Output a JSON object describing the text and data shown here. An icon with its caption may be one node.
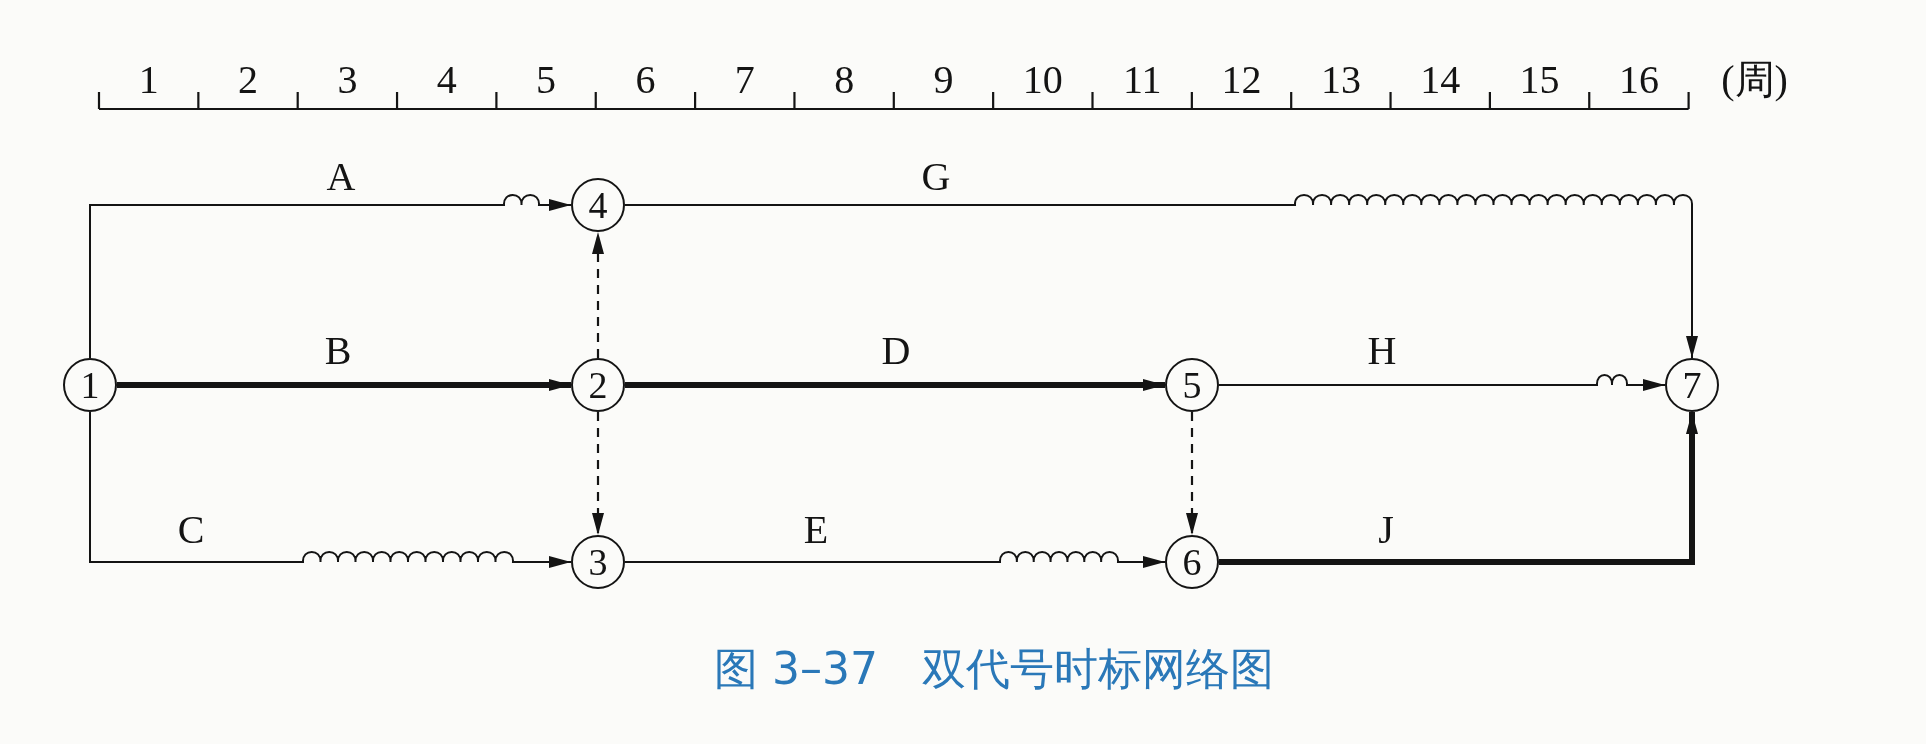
{
  "diagram": {
    "caption": "图 3–37　双代号时标网络图",
    "nodes": [
      {
        "text": [
          "1"
        ]
      },
      {
        "text": [
          "2"
        ]
      },
      {
        "text": [
          "3"
        ]
      },
      {
        "text": [
          "4"
        ]
      },
      {
        "text": [
          "5"
        ]
      },
      {
        "text": [
          "6"
        ]
      },
      {
        "text": [
          "7"
        ]
      }
    ],
    "edges": [
      {
        "from": 0,
        "to": 3,
        "arrow": "to",
        "label": "A"
      },
      {
        "from": 3,
        "to": 6,
        "arrow": "to",
        "label": "G"
      },
      {
        "from": 0,
        "to": 1,
        "arrow": "to",
        "label": "B",
        "style": "thick"
      },
      {
        "from": 1,
        "to": 4,
        "arrow": "to",
        "label": "D",
        "style": "thick"
      },
      {
        "from": 4,
        "to": 6,
        "arrow": "to",
        "label": "H"
      },
      {
        "from": 0,
        "to": 2,
        "arrow": "to",
        "label": "C"
      },
      {
        "from": 2,
        "to": 5,
        "arrow": "to",
        "label": "E"
      },
      {
        "from": 5,
        "to": 6,
        "arrow": "to",
        "label": "J",
        "style": "thick"
      },
      {
        "from": 1,
        "to": 3,
        "arrow": "to",
        "style": "dashed"
      },
      {
        "from": 1,
        "to": 2,
        "arrow": "to",
        "style": "dashed"
      },
      {
        "from": 4,
        "to": 5,
        "arrow": "to",
        "style": "dashed"
      }
    ],
    "labels": [
      "1",
      "2",
      "3",
      "4",
      "5",
      "6",
      "7",
      "8",
      "9",
      "10",
      "11",
      "12",
      "13",
      "14",
      "15",
      "16",
      "(周)"
    ]
  }
}
